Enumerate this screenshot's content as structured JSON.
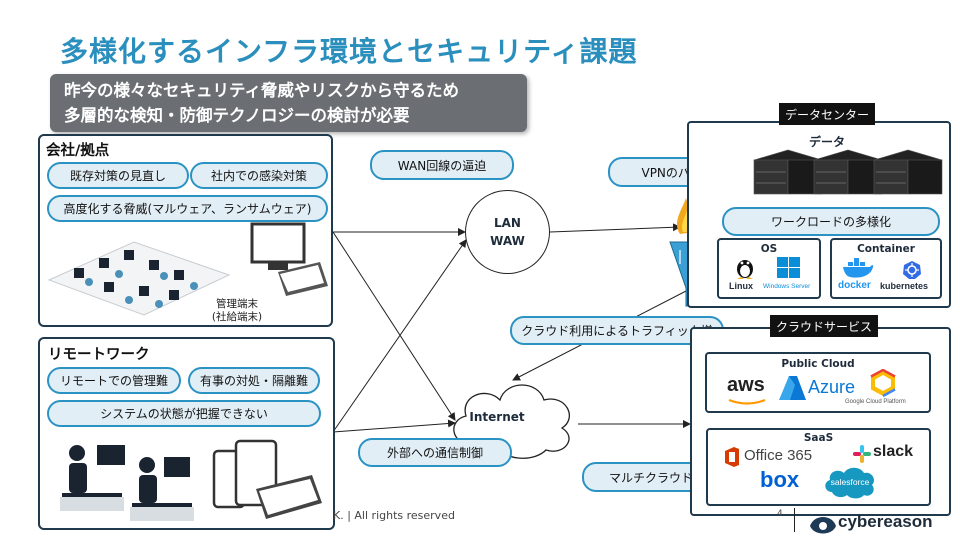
{
  "title": "多様化するインフラ環境とセキュリティ課題",
  "banner": {
    "line1": "昨今の様々なセキュリティ脅威やリスクから守るため",
    "line2": "多層的な検知・防御テクノロジーの検討が必要"
  },
  "office": {
    "title": "会社/拠点",
    "pills": [
      "既存対策の見直し",
      "社内での感染対策",
      "高度化する脅威(マルウェア、ランサムウェア)"
    ],
    "terminal_line1": "管理端末",
    "terminal_line2": "(社給端末)"
  },
  "remote": {
    "title": "リモートワーク",
    "pills": [
      "リモートでの管理難",
      "有事の対処・隔離難",
      "システムの状態が把握できない"
    ]
  },
  "network": {
    "wan_pill": "WAN回線の逼迫",
    "lan_line1": "LAN",
    "lan_line2": "WAW",
    "internet": "Internet",
    "outbound_pill": "外部への通信制御",
    "vpn_pill": "VPNのパンク",
    "cloud_traffic_pill": "クラウド利用によるトラフィック増",
    "multicloud_pill": "マルチクラウド化"
  },
  "datacenter": {
    "tag": "データセンター",
    "data_label": "データ",
    "workload_pill": "ワークロードの多様化",
    "os_title": "OS",
    "os_logos": [
      "Linux",
      "Windows Server"
    ],
    "container_title": "Container",
    "container_logos": [
      "docker",
      "kubernetes"
    ]
  },
  "cloud": {
    "tag": "クラウドサービス",
    "public_title": "Public Cloud",
    "public_logos": [
      "aws",
      "Azure",
      "Google Cloud Platform"
    ],
    "saas_title": "SaaS",
    "saas_logos": [
      "Office 365",
      "slack",
      "box",
      "salesforce"
    ]
  },
  "footer": {
    "copyright": "K. | All rights reserved",
    "page": "4",
    "brand": "cybereason"
  },
  "colors": {
    "title": "#2b8fbd",
    "pill_border": "#2b93c4",
    "pill_fill": "#e2eef6",
    "panel_border": "#1e3a4c",
    "banner": "#6b6f73"
  }
}
